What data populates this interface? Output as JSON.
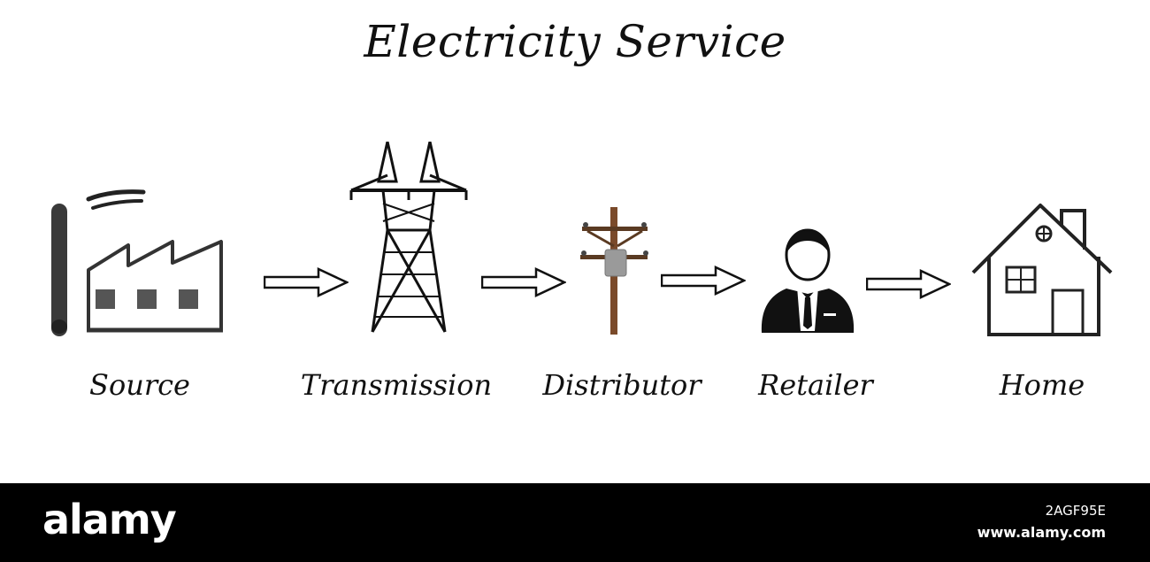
{
  "title": "Electricity Service",
  "steps": [
    {
      "label": "Source",
      "icon": "factory-icon"
    },
    {
      "label": "Transmission",
      "icon": "transmission-tower-icon"
    },
    {
      "label": "Distributor",
      "icon": "utility-pole-icon"
    },
    {
      "label": "Retailer",
      "icon": "businessman-icon"
    },
    {
      "label": "Home",
      "icon": "house-icon"
    }
  ],
  "connector_icon": "double-arrow-right-icon",
  "footer": {
    "brand": "alamy",
    "image_id": "2AGF95E",
    "site": "www.alamy.com"
  },
  "colors": {
    "background": "#ffffff",
    "ink": "#111111",
    "footer_bg": "#000000",
    "pole_wood": "#7a4a2a",
    "transformer_gray": "#9a9a9a"
  }
}
